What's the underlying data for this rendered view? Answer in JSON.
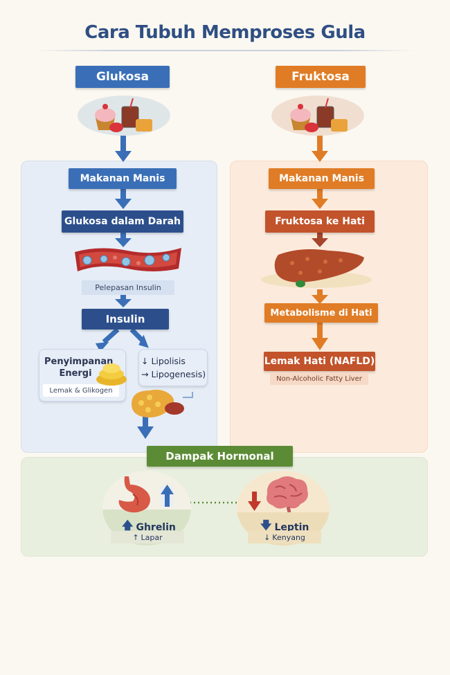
{
  "title": "Cara Tubuh Memproses Gula",
  "glucose": {
    "header": "Glukosa",
    "step1": "Makanan Manis",
    "step2": "Glukosa dalam Darah",
    "release": "Pelepasan Insulin",
    "insulin": "Insulin",
    "storage_line1": "Penyimpanan",
    "storage_line2": "Energi",
    "storage_sub": "Lemak & Glikogen",
    "lipo_line1": "↓ Lipolisis",
    "lipo_line2": "→ Lipogenesis)"
  },
  "fructose": {
    "header": "Fruktosa",
    "step1": "Makanan Manis",
    "step2": "Fruktosa ke Hati",
    "step3": "Metabolisme di Hati",
    "step4": "Lemak Hati (NAFLD)",
    "step4_sub": "Non-Alcoholic Fatty Liver"
  },
  "hormonal": {
    "header": "Dampak Hormonal",
    "ghrelin": "Ghrelin",
    "ghrelin_sub": "Lapar",
    "leptin": "Leptin",
    "leptin_sub": "Kenyang"
  },
  "colors": {
    "glucose": "#3a6fb7",
    "fructose": "#e07c26",
    "hormonal": "#5c8b35",
    "title": "#2f4f84"
  },
  "icons": [
    "cupcake-icon",
    "drink-icon",
    "candy-icon",
    "blood-vessel-icon",
    "fat-cell-icon",
    "liver-icon",
    "stomach-icon",
    "brain-icon",
    "arrow-up-icon",
    "arrow-down-icon"
  ]
}
